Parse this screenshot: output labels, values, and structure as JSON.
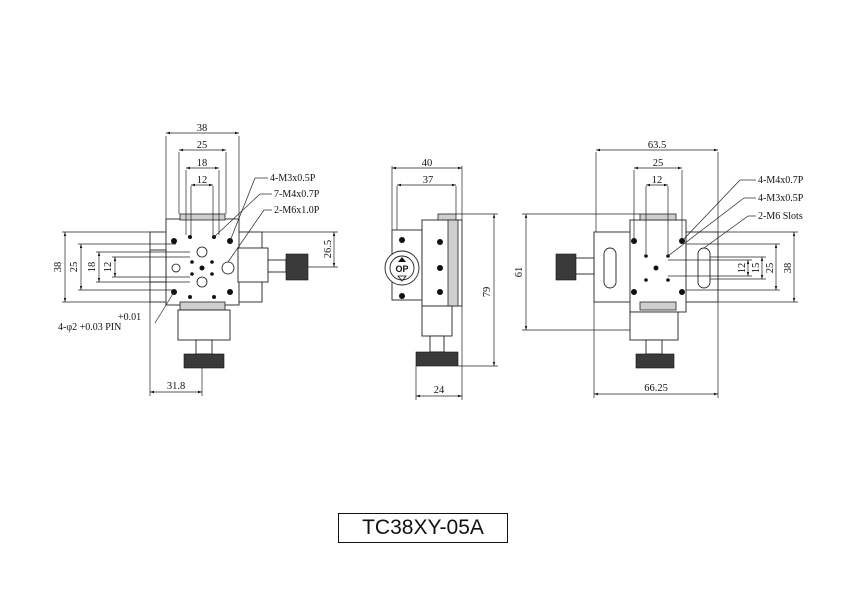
{
  "title": "TC38XY-05A",
  "top_view": {
    "dims": {
      "w38": "38",
      "w25": "25",
      "w18": "18",
      "w12": "12",
      "h38": "38",
      "h25": "25",
      "h18": "18",
      "h12": "12",
      "h26_5": "26.5",
      "w31_8": "31.8"
    },
    "notes": [
      "4-M3x0.5P",
      "7-M4x0.7P",
      "2-M6x1.0P"
    ],
    "pin_tol": "+0.01",
    "pin_label": "4-φ2 +0.03 PIN"
  },
  "side_view": {
    "dims": {
      "w40": "40",
      "w37": "37",
      "h79": "79",
      "w24": "24"
    },
    "knob_text": "OP"
  },
  "right_view": {
    "dims": {
      "w63_5": "63.5",
      "w25": "25",
      "w12": "12",
      "h61": "61",
      "h12": "12",
      "h15": "15",
      "h25": "25",
      "h38": "38",
      "w66_25": "66.25"
    },
    "notes": [
      "4-M4x0.7P",
      "4-M3x0.5P",
      "2-M6 Slots"
    ]
  }
}
